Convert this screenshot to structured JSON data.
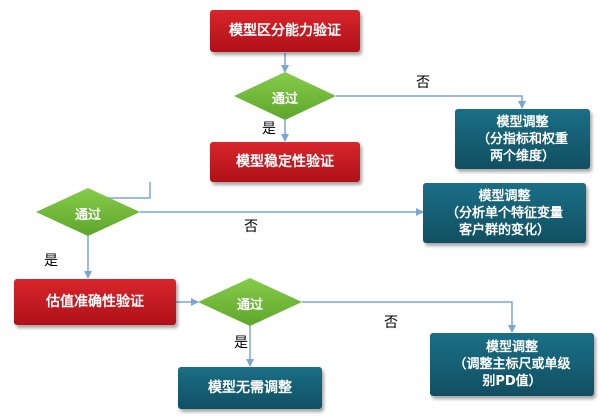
{
  "nodes": {
    "step1": "模型区分能力验证",
    "step2": "模型稳定性验证",
    "step3": "估值准确性验证",
    "pass_label": "通过",
    "no_adjust": "模型无需调整",
    "adjust1": [
      "模型调整",
      "（分指标和权重",
      "两个维度）"
    ],
    "adjust2": [
      "模型调整",
      "（分析单个特征变量",
      "客户群的变化）"
    ],
    "adjust3": [
      "模型调整",
      "（调整主标尺或单级",
      "别PD值）"
    ]
  },
  "edges": {
    "yes": "是",
    "no": "否"
  },
  "colors": {
    "process": "#c41a22",
    "result": "#145a70",
    "decision": "#6fb83a",
    "line": "#7aa6d6"
  }
}
